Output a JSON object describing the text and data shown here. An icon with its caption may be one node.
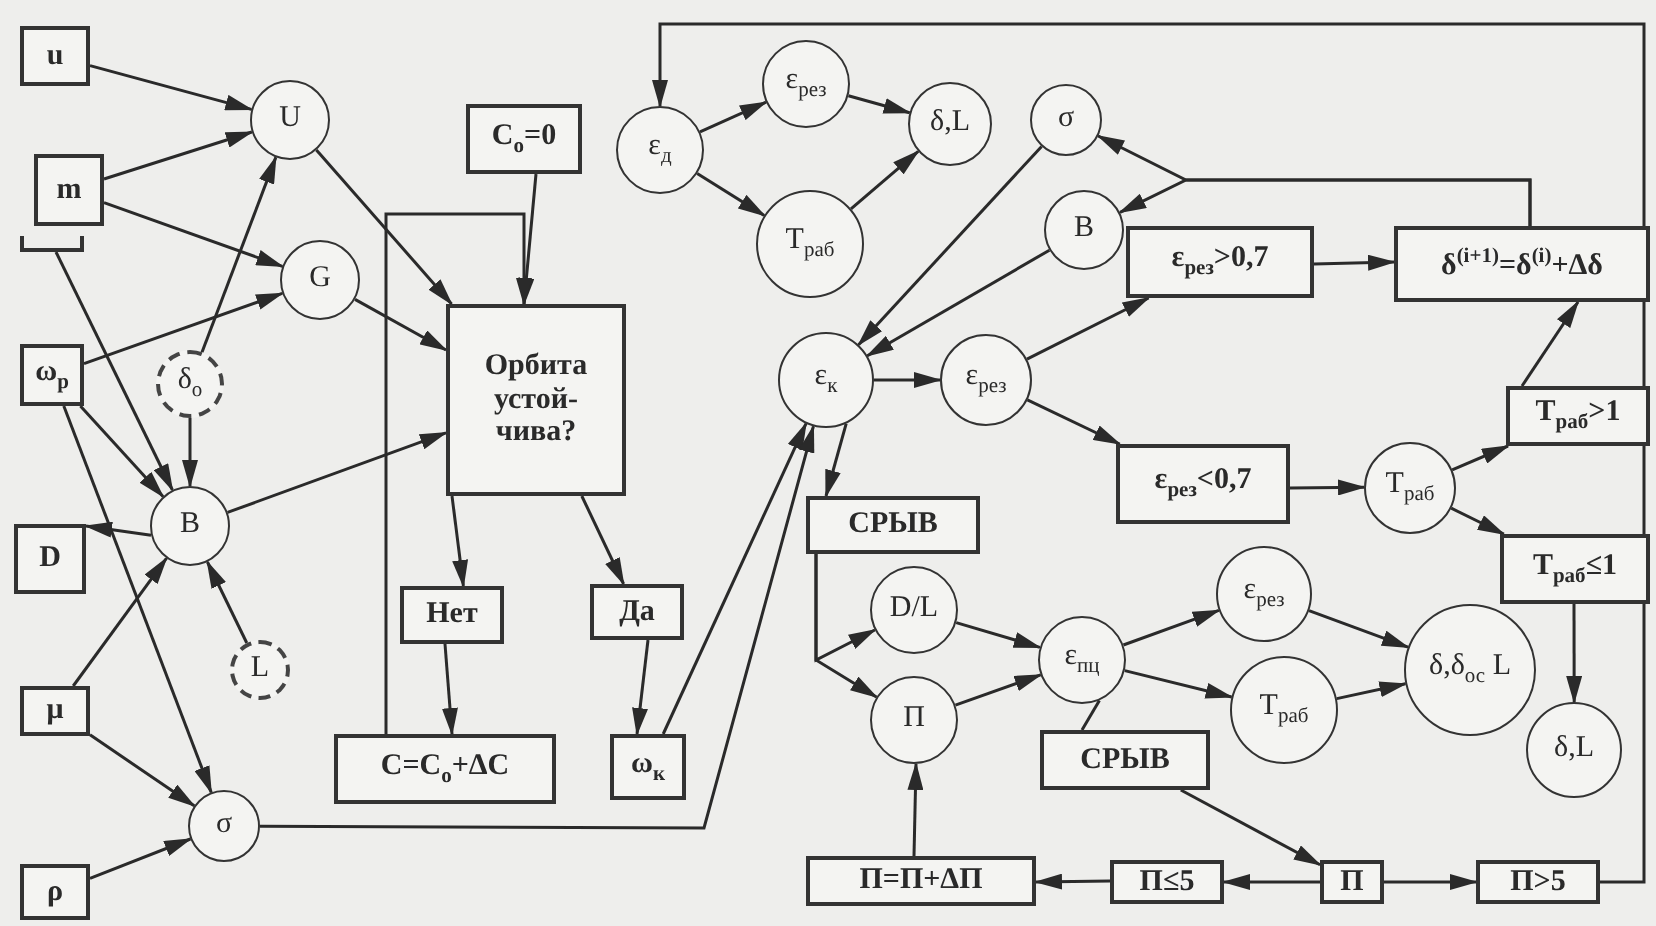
{
  "diagram": {
    "nodes": [
      {
        "text": [
          "u"
        ]
      },
      {
        "text": [
          "m"
        ]
      },
      {
        "text": [],
        "shape": "bar"
      },
      {
        "text": [
          "ω$_{p}$"
        ]
      },
      {
        "text": [
          "D"
        ]
      },
      {
        "text": [
          "μ"
        ]
      },
      {
        "text": [
          "ρ"
        ]
      },
      {
        "text": [
          "U"
        ]
      },
      {
        "text": [
          "G"
        ]
      },
      {
        "text": [
          "δ$_{o}$"
        ]
      },
      {
        "text": [
          "B"
        ]
      },
      {
        "text": [
          "L"
        ]
      },
      {
        "text": [
          "σ"
        ]
      },
      {
        "text": [
          "C$_{o}$=0"
        ]
      },
      {
        "text": [
          "Орбита устой- чива?"
        ]
      },
      {
        "text": [
          "Нет"
        ]
      },
      {
        "text": [
          "Да"
        ]
      },
      {
        "text": [
          "C=C$_{o}$+ΔC"
        ]
      },
      {
        "text": [
          "ω$_{к}$"
        ]
      },
      {
        "text": [
          "ε$_{д}$"
        ]
      },
      {
        "text": [
          "ε$_{рез}$"
        ]
      },
      {
        "text": [
          "T$_{раб}$"
        ]
      },
      {
        "text": [
          "δ,L"
        ]
      },
      {
        "text": [
          "σ"
        ]
      },
      {
        "text": [
          "B"
        ]
      },
      {
        "text": [
          "ε$_{к}$"
        ]
      },
      {
        "text": [
          "ε$_{рез}$"
        ]
      },
      {
        "text": [
          "ε$_{рез}$>0,7"
        ]
      },
      {
        "text": [
          "δ$^{(i+1)}$=δ$^{(i)}$+Δδ"
        ]
      },
      {
        "text": [
          "СРЫВ"
        ]
      },
      {
        "text": [
          "ε$_{рез}$<0,7"
        ]
      },
      {
        "text": [
          "T$_{раб}$"
        ]
      },
      {
        "text": [
          "T$_{раб}$>1"
        ]
      },
      {
        "text": [
          "T$_{раб}$≤1"
        ]
      },
      {
        "text": [
          "D/L"
        ]
      },
      {
        "text": [
          "П"
        ]
      },
      {
        "text": [
          "ε$_{пц}$"
        ]
      },
      {
        "text": [
          "ε$_{рез}$"
        ]
      },
      {
        "text": [
          "T$_{раб}$"
        ]
      },
      {
        "text": [
          "δ,δ$_{ос}$ L"
        ]
      },
      {
        "text": [
          "δ,L"
        ]
      },
      {
        "text": [
          "СРЫВ"
        ]
      },
      {
        "text": [
          "П=П+ΔП"
        ]
      },
      {
        "text": [
          "П≤5"
        ]
      },
      {
        "text": [
          "П"
        ]
      },
      {
        "text": [
          "П>5"
        ]
      }
    ],
    "edges": [
      {
        "from": 0,
        "to": 7,
        "arrow": "to"
      },
      {
        "from": 1,
        "to": 7,
        "arrow": "to"
      },
      {
        "from": 1,
        "to": 8,
        "arrow": "to"
      },
      {
        "from": 2,
        "to": 10,
        "arrow": "to"
      },
      {
        "from": 3,
        "to": 8,
        "arrow": "to"
      },
      {
        "from": 3,
        "to": 10,
        "arrow": "to"
      },
      {
        "from": 3,
        "to": 12,
        "arrow": "to"
      },
      {
        "from": 9,
        "to": 7,
        "arrow": "to"
      },
      {
        "from": 9,
        "to": 10,
        "arrow": "to"
      },
      {
        "from": 11,
        "to": 10,
        "arrow": "to"
      },
      {
        "from": 10,
        "to": 4,
        "arrow": "to"
      },
      {
        "from": 5,
        "to": 10,
        "arrow": "to"
      },
      {
        "from": 5,
        "to": 12,
        "arrow": "to"
      },
      {
        "from": 6,
        "to": 12,
        "arrow": "to"
      },
      {
        "from": 7,
        "to": 14,
        "arrow": "to"
      },
      {
        "from": 8,
        "to": 14,
        "arrow": "to"
      },
      {
        "from": 10,
        "to": 14,
        "arrow": "to"
      },
      {
        "from": 13,
        "to": 14,
        "arrow": "to"
      },
      {
        "from": 17,
        "to": 14,
        "arrow": "to"
      },
      {
        "from": 14,
        "to": 15,
        "arrow": "to"
      },
      {
        "from": 15,
        "to": 17,
        "arrow": "to"
      },
      {
        "from": 14,
        "to": 16,
        "arrow": "to"
      },
      {
        "from": 16,
        "to": 18,
        "arrow": "to"
      },
      {
        "from": 18,
        "to": 25,
        "arrow": "to"
      },
      {
        "from": 12,
        "to": 25,
        "arrow": "to"
      },
      {
        "from": 19,
        "to": 20,
        "arrow": "to"
      },
      {
        "from": 19,
        "to": 21,
        "arrow": "to"
      },
      {
        "from": 20,
        "to": 22,
        "arrow": "to"
      },
      {
        "from": 21,
        "to": 22,
        "arrow": "to"
      },
      {
        "from": 23,
        "to": 25,
        "arrow": "to"
      },
      {
        "from": 24,
        "to": 25,
        "arrow": "to"
      },
      {
        "from": 25,
        "to": 26,
        "arrow": "to"
      },
      {
        "from": 26,
        "to": 27,
        "arrow": "to"
      },
      {
        "from": 26,
        "to": 30,
        "arrow": "to"
      },
      {
        "from": 27,
        "to": 28,
        "arrow": "to"
      },
      {
        "from": 28,
        "to": 23,
        "arrow": "to"
      },
      {
        "from": 28,
        "to": 24,
        "arrow": "to"
      },
      {
        "from": 30,
        "to": 31,
        "arrow": "to"
      },
      {
        "from": 31,
        "to": 32,
        "arrow": "to"
      },
      {
        "from": 32,
        "to": 28,
        "arrow": "to"
      },
      {
        "from": 31,
        "to": 33,
        "arrow": "to"
      },
      {
        "from": 33,
        "to": 40,
        "arrow": "to"
      },
      {
        "from": 25,
        "to": 29,
        "arrow": "to"
      },
      {
        "from": 29,
        "to": 34,
        "arrow": "to"
      },
      {
        "from": 29,
        "to": 35,
        "arrow": "to"
      },
      {
        "from": 34,
        "to": 36,
        "arrow": "to"
      },
      {
        "from": 35,
        "to": 36,
        "arrow": "to"
      },
      {
        "from": 36,
        "to": 37,
        "arrow": "to"
      },
      {
        "from": 36,
        "to": 38,
        "arrow": "to"
      },
      {
        "from": 37,
        "to": 39,
        "arrow": "to"
      },
      {
        "from": 38,
        "to": 39,
        "arrow": "to"
      },
      {
        "from": 36,
        "to": 41,
        "arrow": "none"
      },
      {
        "from": 41,
        "to": 44,
        "arrow": "to"
      },
      {
        "from": 44,
        "to": 43,
        "arrow": "to"
      },
      {
        "from": 44,
        "to": 45,
        "arrow": "to"
      },
      {
        "from": 43,
        "to": 42,
        "arrow": "to"
      },
      {
        "from": 42,
        "to": 35,
        "arrow": "to"
      },
      {
        "from": 45,
        "to": 19,
        "arrow": "to"
      }
    ]
  }
}
